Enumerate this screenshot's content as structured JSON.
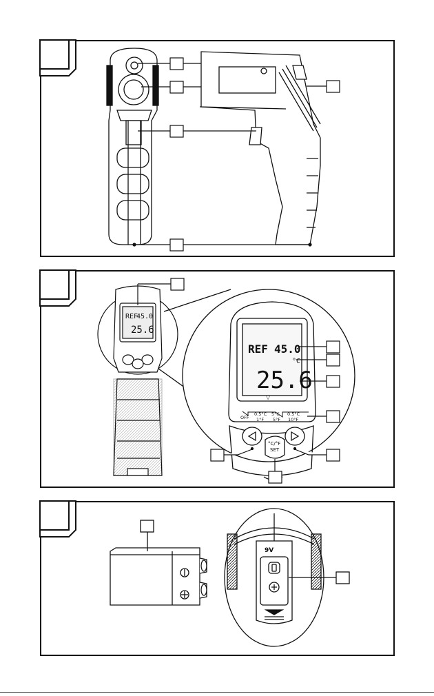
{
  "figure1": {
    "title": "Thermometer front and side view"
  },
  "figure2": {
    "title": "Display and control panel",
    "display": {
      "ref_label": "REF",
      "ref_value": "45.0",
      "unit_symbol": "°C",
      "main_value": "25.6",
      "pointer": "▽"
    },
    "scale": {
      "off": "OFF",
      "c05": "0.5°C",
      "f1": "1°F",
      "c5": "5°C",
      "f5": "5°F",
      "c50": "0.5°C",
      "f50": "10°F"
    },
    "set_button": {
      "line1": "°C/°F",
      "line2": "SET"
    }
  },
  "figure3": {
    "title": "Battery compartment",
    "battery_label": "9V"
  },
  "icons": [
    "arrow-left-icon",
    "arrow-right-icon",
    "plus-terminal-icon",
    "minus-terminal-icon",
    "lock-icon",
    "laser-icon"
  ]
}
